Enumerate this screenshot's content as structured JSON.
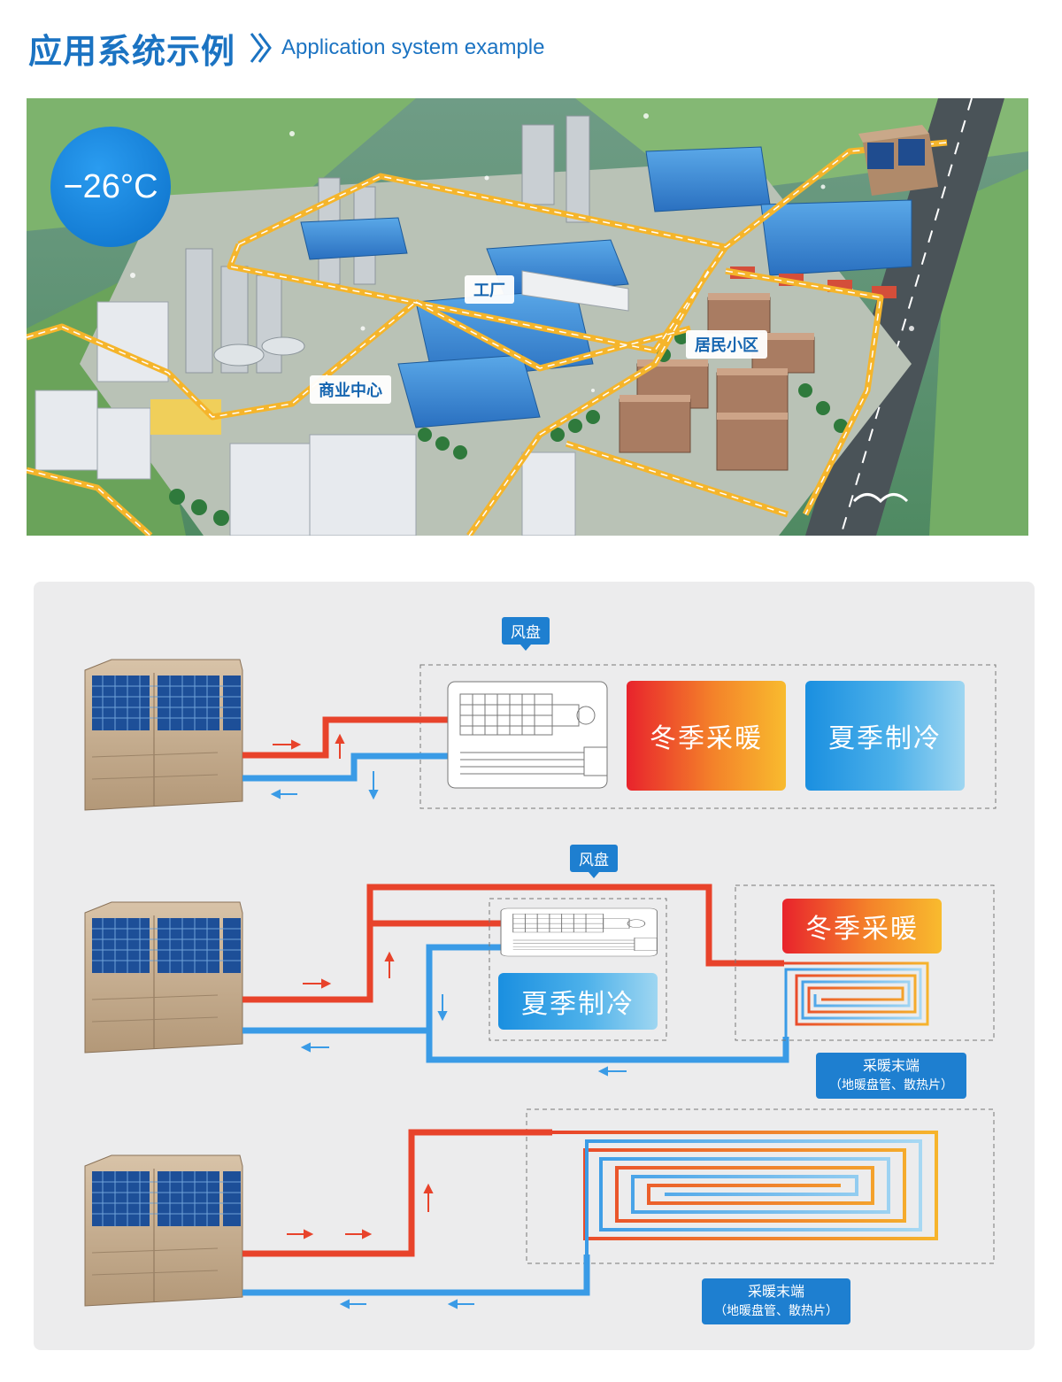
{
  "header": {
    "title_cn": "应用系统示例",
    "title_en": "Application system example"
  },
  "scene": {
    "temperature": "−26°C",
    "labels": {
      "factory": "工厂",
      "residential": "居民小区",
      "commercial": "商业中心"
    }
  },
  "diagram": {
    "system1": {
      "tag": "风盘",
      "mode_heat": "冬季采暖",
      "mode_cool": "夏季制冷"
    },
    "system2": {
      "tag": "风盘",
      "mode_heat": "冬季采暖",
      "mode_cool": "夏季制冷",
      "terminal_line1": "采暖末端",
      "terminal_line2": "（地暖盘管、散热片）"
    },
    "system3": {
      "terminal_line1": "采暖末端",
      "terminal_line2": "（地暖盘管、散热片）"
    }
  },
  "colors": {
    "brand_blue": "#1b73c2",
    "hot_pipe": "#e8432b",
    "cold_pipe": "#3a9be6",
    "route": "#f5b52b"
  }
}
